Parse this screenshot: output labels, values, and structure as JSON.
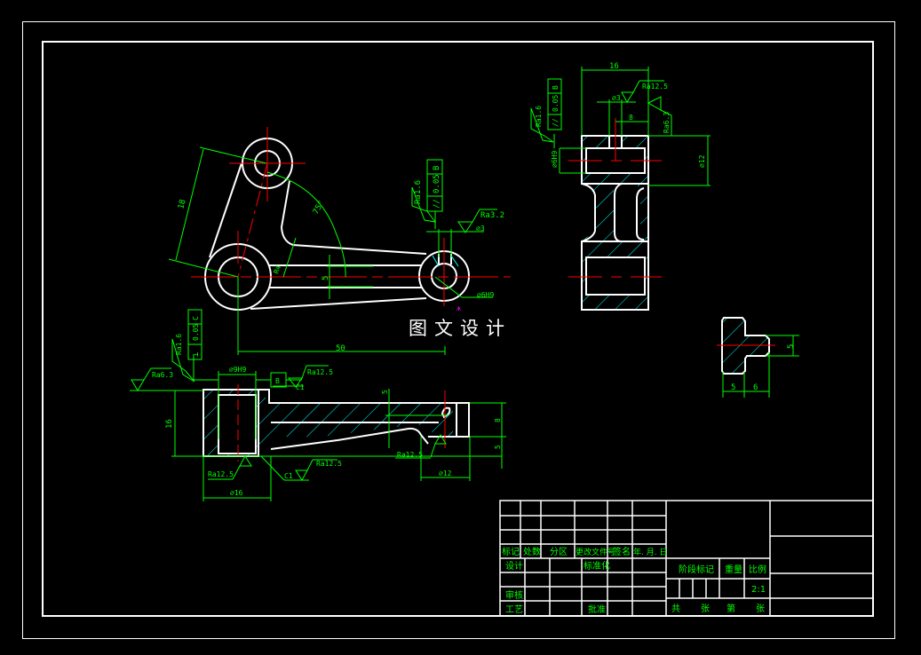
{
  "colors": {
    "background": "#000000",
    "outline": "#ffffff",
    "dimension": "#00ff00",
    "centerline": "#ff0000",
    "hatch": "#00ffff",
    "marker": "#ff00ff"
  },
  "watermark": "图文设计",
  "front_view": {
    "angle": "75°",
    "length_dim": "18",
    "radius_dim": "R4",
    "arm_width": "5",
    "center_distance": "50",
    "hole_small": "⌀6H9",
    "pin_hole": "⌀3",
    "roughness_pin": "Ra3.2",
    "roughness_face": "Ra1.6",
    "tolerance": {
      "symbol": "//",
      "value": "0.05",
      "datum": "B"
    }
  },
  "bottom_view": {
    "bore": "⌀9H9",
    "outer_dia": "⌀16",
    "height": "16",
    "chamfer_top": "C1",
    "chamfer_bottom": "C1",
    "datum": "B",
    "roughness_left": "Ra6.3",
    "roughness_top": "Ra12.5",
    "roughness_bottom_left": "Ra12.5",
    "roughness_bottom_right": "Ra12.5",
    "roughness_end": "Ra12.5",
    "face_roughness": "Ra1.6",
    "tolerance": {
      "symbol": "⊥",
      "value": "0.05",
      "datum": "C"
    },
    "arm_thickness": "5",
    "end_height": "8",
    "end_offset": "5",
    "end_dia": "⌀12"
  },
  "side_view": {
    "width": "16",
    "pin_hole": "⌀3",
    "pin_offset": "8",
    "bore": "⌀6H9",
    "outer": "⌀12",
    "roughness_top": "Ra12.5",
    "roughness_right": "Ra6.3",
    "roughness_left": "Ra1.6",
    "tolerance": {
      "symbol": "//",
      "value": "0.05",
      "datum": "B"
    }
  },
  "section_view": {
    "height": "5",
    "width_left": "5",
    "width_right": "6"
  },
  "title_block": {
    "header_row": [
      "标记",
      "处数",
      "分区",
      "更改文件号",
      "签名",
      "年. 月. 日"
    ],
    "design": "设计",
    "standardize": "标准化",
    "review": "审核",
    "process": "工艺",
    "approve": "批准",
    "stage_mark": "阶段标记",
    "weight": "重量",
    "scale_label": "比例",
    "scale_value": "2:1",
    "total": "共",
    "sheets": "张",
    "page": "第",
    "sheet": "张"
  }
}
